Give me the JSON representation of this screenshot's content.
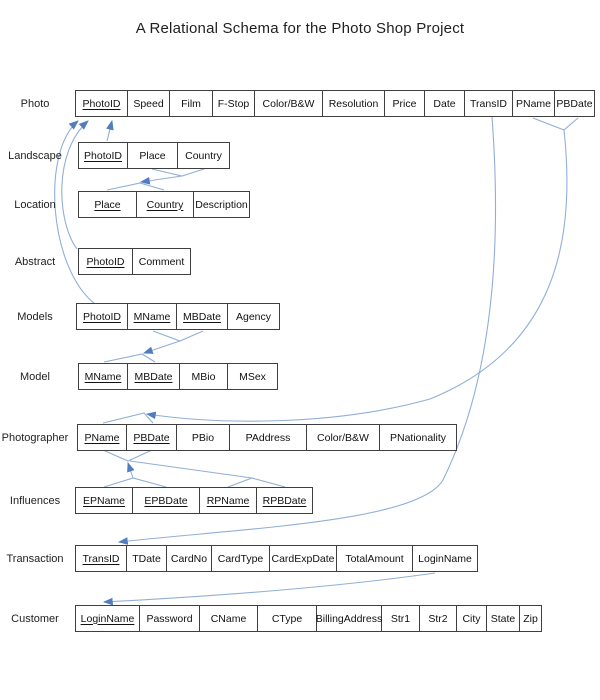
{
  "title": "A Relational Schema for the Photo Shop Project",
  "diagram": {
    "colors": {
      "relationship_line": "#92aed8",
      "arrowhead": "#4f7dc0",
      "table_border": "#3f3f3f",
      "text": "#1f1f1f"
    },
    "tables": [
      {
        "name": "Photo",
        "columns": [
          {
            "label": "PhotoID",
            "key": true
          },
          {
            "label": "Speed",
            "key": false
          },
          {
            "label": "Film",
            "key": false
          },
          {
            "label": "F-Stop",
            "key": false
          },
          {
            "label": "Color/B&W",
            "key": false
          },
          {
            "label": "Resolution",
            "key": false
          },
          {
            "label": "Price",
            "key": false
          },
          {
            "label": "Date",
            "key": false
          },
          {
            "label": "TransID",
            "key": false
          },
          {
            "label": "PName",
            "key": false
          },
          {
            "label": "PBDate",
            "key": false
          }
        ]
      },
      {
        "name": "Landscape",
        "columns": [
          {
            "label": "PhotoID",
            "key": true
          },
          {
            "label": "Place",
            "key": false
          },
          {
            "label": "Country",
            "key": false
          }
        ]
      },
      {
        "name": "Location",
        "columns": [
          {
            "label": "Place",
            "key": true
          },
          {
            "label": "Country",
            "key": true
          },
          {
            "label": "Description",
            "key": false
          }
        ]
      },
      {
        "name": "Abstract",
        "columns": [
          {
            "label": "PhotoID",
            "key": true
          },
          {
            "label": "Comment",
            "key": false
          }
        ]
      },
      {
        "name": "Models",
        "columns": [
          {
            "label": "PhotoID",
            "key": true
          },
          {
            "label": "MName",
            "key": true
          },
          {
            "label": "MBDate",
            "key": true
          },
          {
            "label": "Agency",
            "key": false
          }
        ]
      },
      {
        "name": "Model",
        "columns": [
          {
            "label": "MName",
            "key": true
          },
          {
            "label": "MBDate",
            "key": true
          },
          {
            "label": "MBio",
            "key": false
          },
          {
            "label": "MSex",
            "key": false
          }
        ]
      },
      {
        "name": "Photographer",
        "columns": [
          {
            "label": "PName",
            "key": true
          },
          {
            "label": "PBDate",
            "key": true
          },
          {
            "label": "PBio",
            "key": false
          },
          {
            "label": "PAddress",
            "key": false
          },
          {
            "label": "Color/B&W",
            "key": false
          },
          {
            "label": "PNationality",
            "key": false
          }
        ]
      },
      {
        "name": "Influences",
        "columns": [
          {
            "label": "EPName",
            "key": true
          },
          {
            "label": "EPBDate",
            "key": true
          },
          {
            "label": "RPName",
            "key": true
          },
          {
            "label": "RPBDate",
            "key": true
          }
        ]
      },
      {
        "name": "Transaction",
        "columns": [
          {
            "label": "TransID",
            "key": true
          },
          {
            "label": "TDate",
            "key": false
          },
          {
            "label": "CardNo",
            "key": false
          },
          {
            "label": "CardType",
            "key": false
          },
          {
            "label": "CardExpDate",
            "key": false
          },
          {
            "label": "TotalAmount",
            "key": false
          },
          {
            "label": "LoginName",
            "key": false
          }
        ]
      },
      {
        "name": "Customer",
        "columns": [
          {
            "label": "LoginName",
            "key": true
          },
          {
            "label": "Password",
            "key": false
          },
          {
            "label": "CName",
            "key": false
          },
          {
            "label": "CType",
            "key": false
          },
          {
            "label": "BillingAddress",
            "key": false
          },
          {
            "label": "Str1",
            "key": false
          },
          {
            "label": "Str2",
            "key": false
          },
          {
            "label": "City",
            "key": false
          },
          {
            "label": "State",
            "key": false
          },
          {
            "label": "Zip",
            "key": false
          }
        ]
      }
    ],
    "relationships": [
      {
        "from": "Landscape.PhotoID",
        "to": "Photo.PhotoID"
      },
      {
        "from": "Abstract.PhotoID",
        "to": "Photo.PhotoID"
      },
      {
        "from": "Models.PhotoID",
        "to": "Photo.PhotoID"
      },
      {
        "from": "Landscape.(Place, Country)",
        "to": "Location.(Place, Country)"
      },
      {
        "from": "Models.(MName, MBDate)",
        "to": "Model.(MName, MBDate)"
      },
      {
        "from": "Photo.(PName, PBDate)",
        "to": "Photographer.(PName, PBDate)"
      },
      {
        "from": "Influences.(EPName, EPBDate)",
        "to": "Photographer.(PName, PBDate)"
      },
      {
        "from": "Influences.(RPName, RPBDate)",
        "to": "Photographer.(PName, PBDate)"
      },
      {
        "from": "Photo.TransID",
        "to": "Transaction.TransID"
      },
      {
        "from": "Transaction.LoginName",
        "to": "Customer.LoginName"
      }
    ]
  }
}
